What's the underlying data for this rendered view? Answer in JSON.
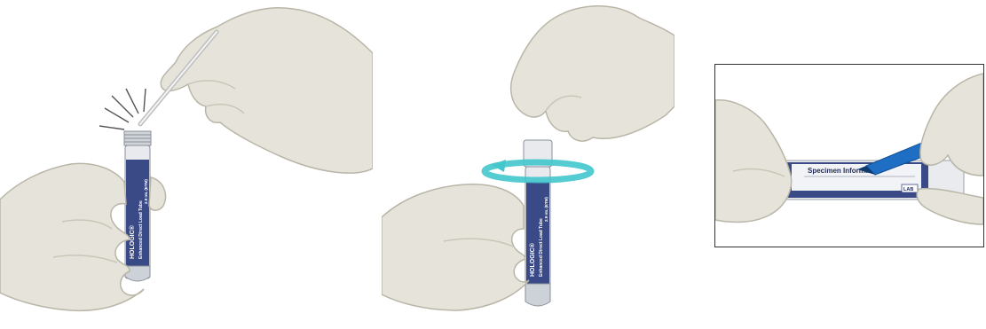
{
  "tube": {
    "brand": "HOLOGIC®",
    "product": "Enhanced Direct Load Tube",
    "volume": "2.9 mL (ETM)"
  },
  "label_card": {
    "title": "Specimen Information",
    "small_tag": "LAB"
  },
  "colors": {
    "glove": "#e4e2d8",
    "glove_shadow": "#b9b6a8",
    "tube_label": "#3a4a86",
    "arrow": "#43c6cc",
    "pen": "#1e6fc4"
  }
}
